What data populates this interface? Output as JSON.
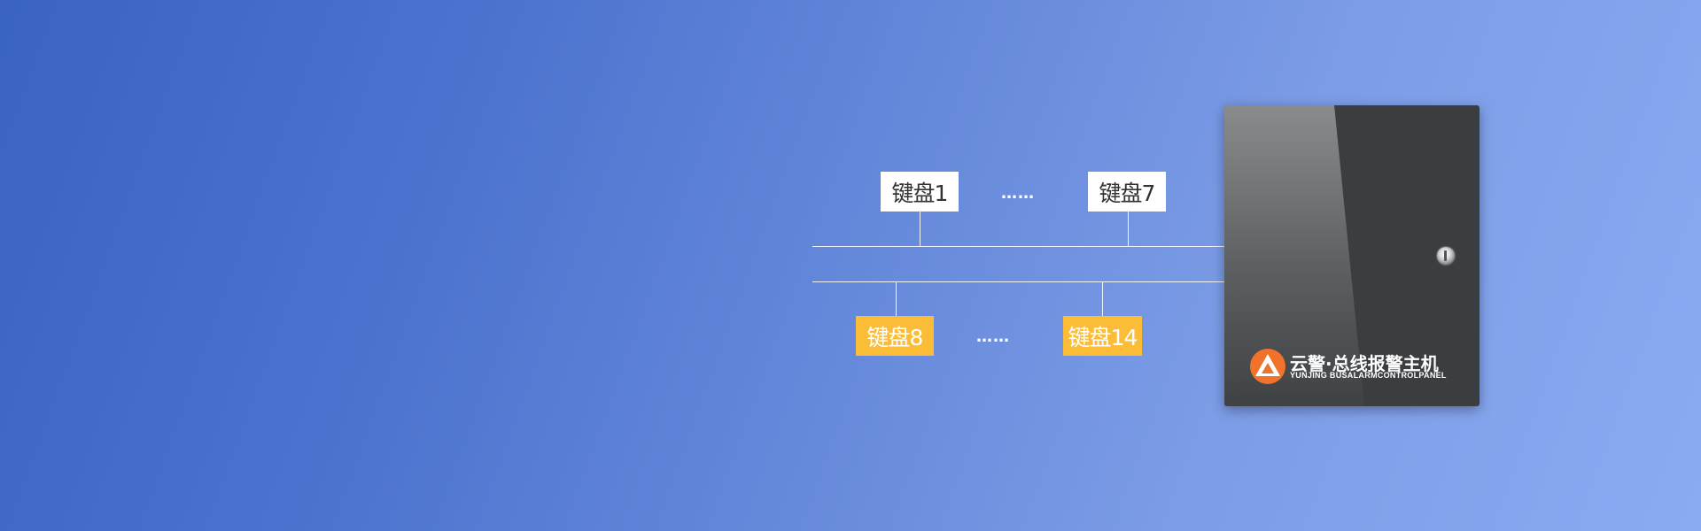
{
  "diagram": {
    "upper_bus": {
      "keypads": [
        {
          "label": "键盘1"
        },
        {
          "label": "键盘7"
        }
      ],
      "ellipsis": "……"
    },
    "lower_bus": {
      "keypads": [
        {
          "label": "键盘8"
        },
        {
          "label": "键盘14"
        }
      ],
      "ellipsis": "……"
    }
  },
  "device": {
    "brand_cn": "云警·总线报警主机",
    "brand_en": "YUNJING BUSALARMCONTROLPANEL",
    "logo_icon": "triangle-logo-icon"
  },
  "colors": {
    "gradient_start": "#3a63c2",
    "gradient_end": "#8aabf2",
    "keypad_white": "#ffffff",
    "keypad_yellow": "#fbbd37",
    "device_body": "#3b3e40",
    "logo_orange": "#f0722b"
  }
}
